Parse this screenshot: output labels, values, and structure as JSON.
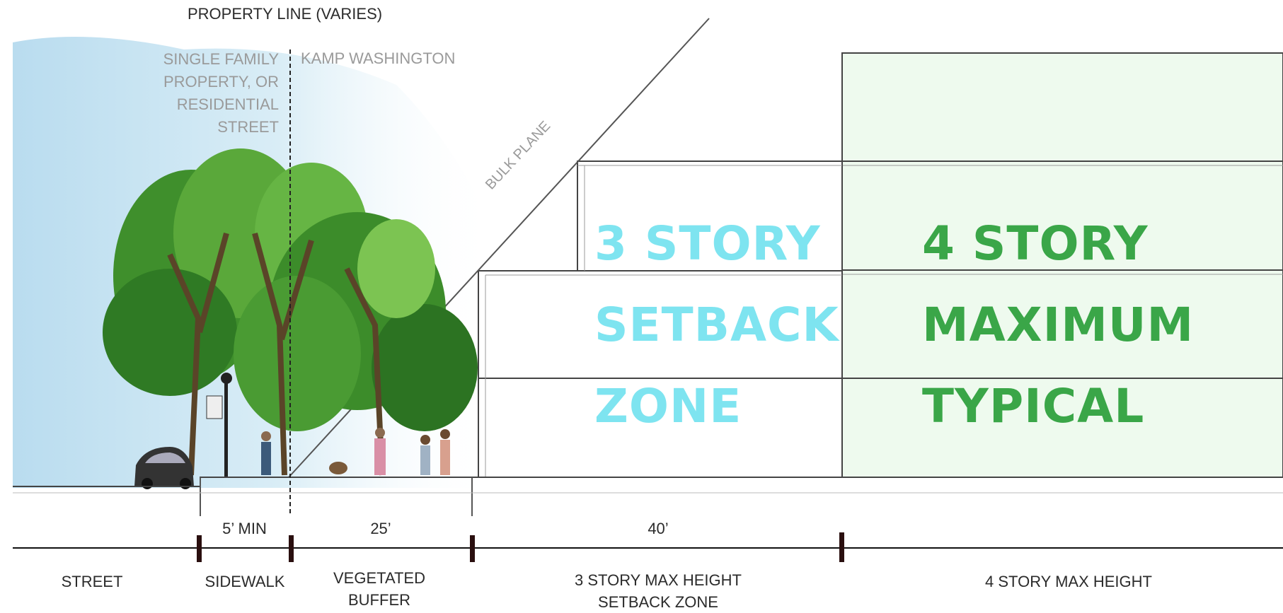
{
  "header": {
    "property_line": "PROPERTY LINE (VARIES)"
  },
  "left_side": [
    "SINGLE FAMILY",
    "PROPERTY,  OR",
    "RESIDENTIAL",
    "STREET"
  ],
  "right_side": "KAMP WASHINGTON",
  "bulk_plane": "BULK PLANE",
  "zone_3": {
    "lines": [
      "3 STORY",
      "SETBACK",
      "ZONE"
    ],
    "color": "#7ee4f0"
  },
  "zone_4": {
    "lines": [
      "4 STORY",
      "MAXIMUM",
      "TYPICAL"
    ],
    "color": "#3aa648"
  },
  "dimensions": {
    "sidewalk": "5’ MIN",
    "buffer": "25’",
    "setback": "40’"
  },
  "bottom_labels": {
    "street": "STREET",
    "sidewalk": "SIDEWALK",
    "buffer": [
      "VEGETATED",
      "BUFFER"
    ],
    "setback": [
      "3 STORY MAX HEIGHT",
      "SETBACK ZONE"
    ],
    "max": "4 STORY MAX HEIGHT"
  }
}
